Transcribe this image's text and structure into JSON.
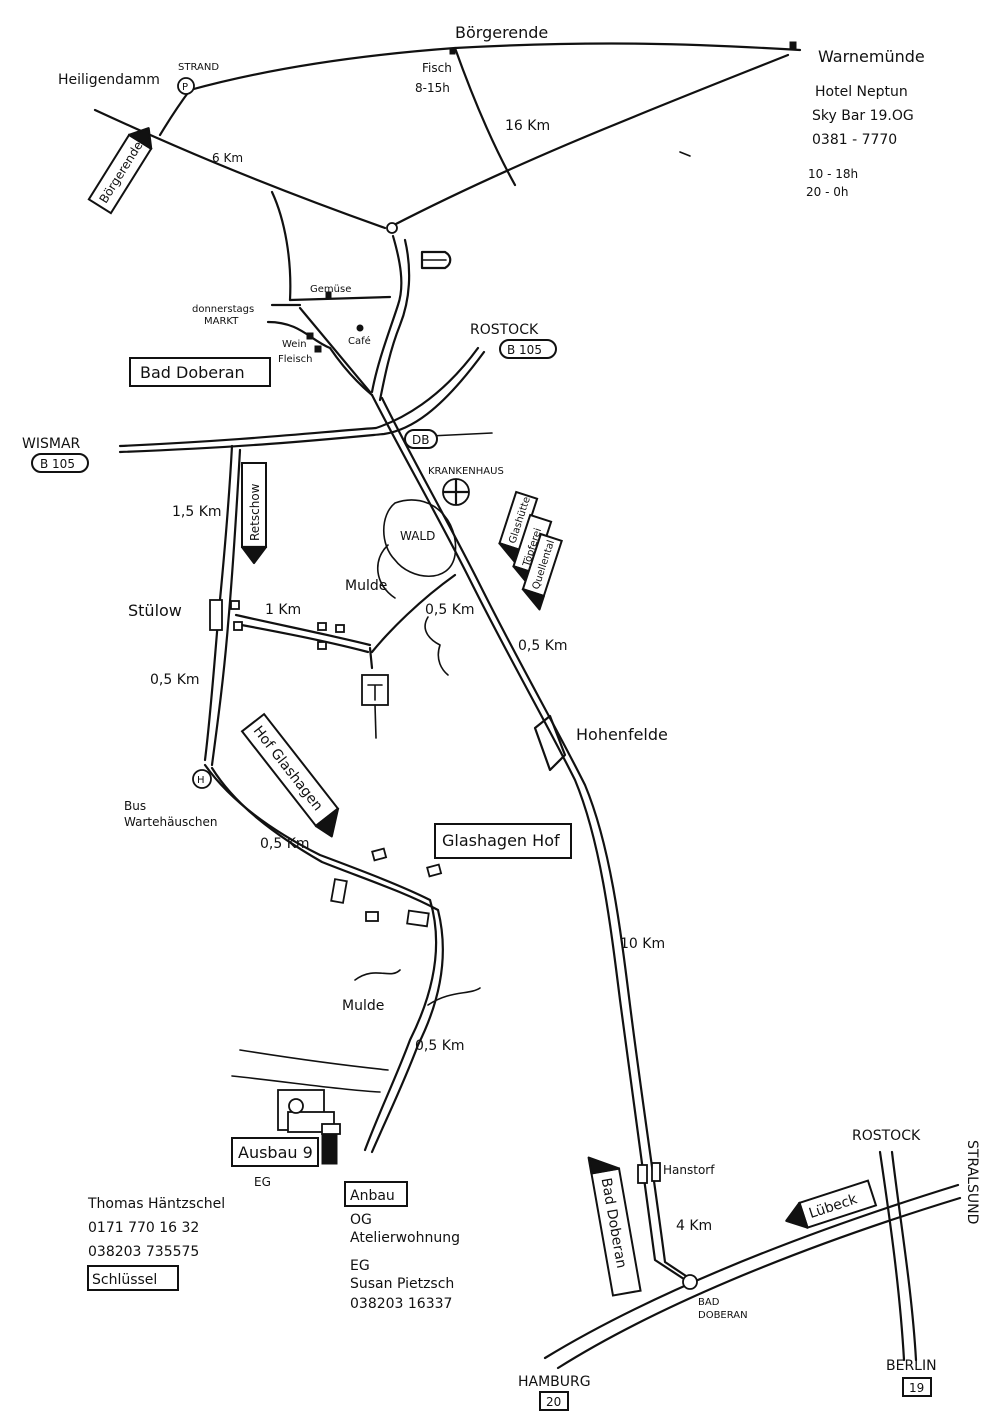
{
  "places": {
    "heiligendamm": "Heiligendamm",
    "strand": "STRAND",
    "boergerende": "Börgerende",
    "fisch": "Fisch",
    "fisch_hours": "8-15h",
    "warnemuende": "Warnemünde",
    "hotel_name": "Hotel Neptun",
    "sky_bar": "Sky Bar  19.OG",
    "hotel_phone": "0381 - 7770",
    "hours_1": "10 - 18h",
    "hours_2": "20 - 0h",
    "gemuese": "Gemüse",
    "markt_1": "donnerstags",
    "markt_2": "MARKT",
    "wein": "Wein",
    "fleisch": "Fleisch",
    "cafe": "Café",
    "bad_doberan": "Bad Doberan",
    "rostock_top": "ROSTOCK",
    "b105": "B 105",
    "wismar": "WISMAR",
    "db": "DB",
    "krankenhaus": "KRANKENHAUS",
    "wald": "WALD",
    "mulde_1": "Mulde",
    "stuelow": "Stülow",
    "hohenfelde": "Hohenfelde",
    "bus_1": "Bus",
    "bus_2": "Wartehäuschen",
    "glashagen_hof": "Glashagen Hof",
    "mulde_2": "Mulde",
    "hanstorf": "Hanstorf",
    "bad_doberan_junction_1": "BAD",
    "bad_doberan_junction_2": "DOBERAN",
    "rostock_bottom": "ROSTOCK",
    "stralsund": "STRALSUND",
    "hamburg": "HAMBURG",
    "hamburg_road": "20",
    "berlin": "BERLIN",
    "berlin_road": "19",
    "parking": "P",
    "bus_stop": "H"
  },
  "distances": {
    "d6km": "6 Km",
    "d16km": "16 Km",
    "d1_5km": "1,5 Km",
    "d1km": "1 Km",
    "d0_5km_a": "0,5 Km",
    "d0_5km_b": "0,5 Km",
    "d0_5km_c": "0,5 Km",
    "d0_5km_d": "0,5 Km",
    "d0_5km_e": "0,5 Km",
    "d10km": "10 Km",
    "d4km": "4 Km"
  },
  "signs": {
    "boergerende": "Börgerende",
    "retschow": "Retschow",
    "glashuette": "Glashütte",
    "toepferei": "Töpferei",
    "quellental": "Quellental",
    "hof_glashagen": "Hof Glashagen",
    "bad_doberan": "Bad Doberan",
    "luebeck": "Lübeck"
  },
  "contacts": {
    "ausbau": "Ausbau 9",
    "eg1": "EG",
    "name1": "Thomas Häntzschel",
    "phone1a": "0171  770 16 32",
    "phone1b": "038203  735575",
    "key": "Schlüssel",
    "anbau": "Anbau",
    "og": "OG",
    "atelier": "Atelierwohnung",
    "eg2": "EG",
    "name2": "Susan Pietzsch",
    "phone2": "038203  16337"
  }
}
